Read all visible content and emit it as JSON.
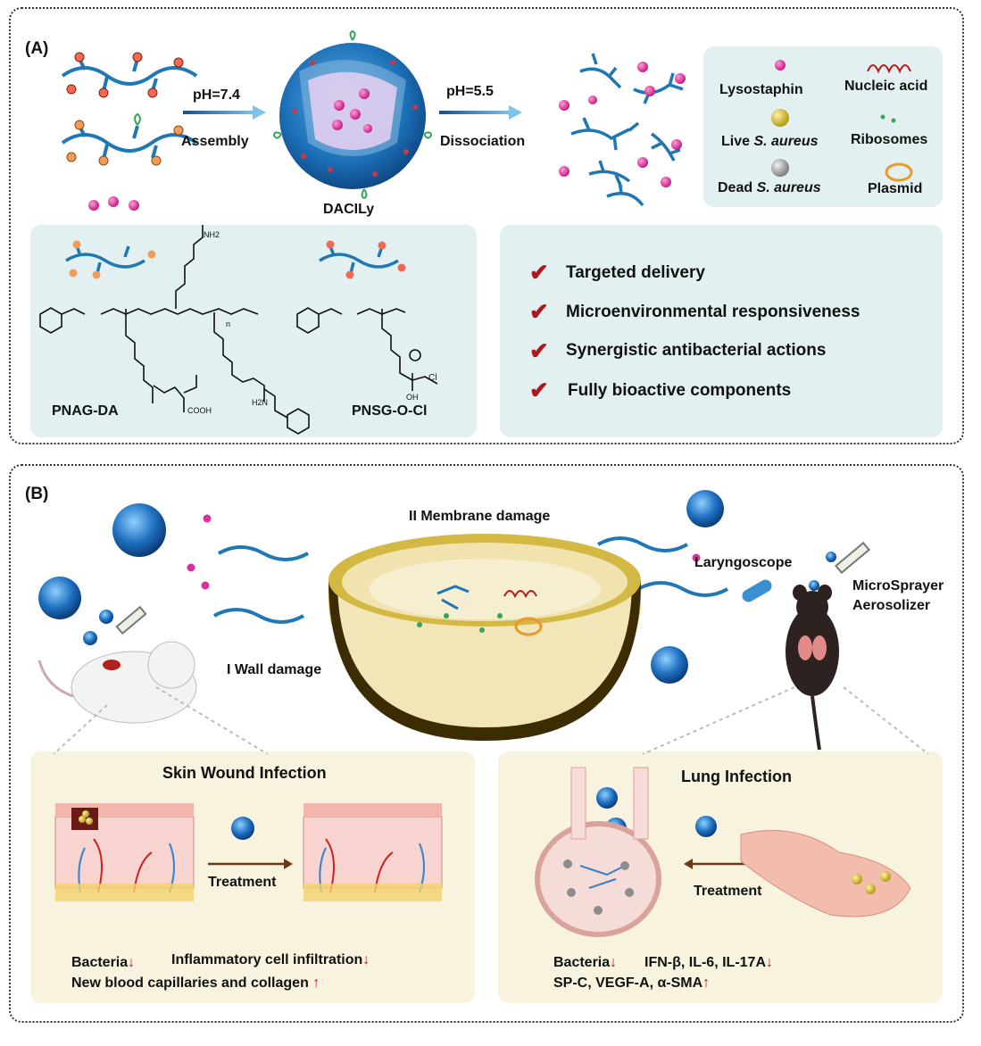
{
  "panel_a": {
    "label": "(A)",
    "arrow1_top": "pH=7.4",
    "arrow1_bottom": "Assembly",
    "arrow2_top": "pH=5.5",
    "arrow2_bottom": "Dissociation",
    "particle_label": "DACILy",
    "legend": {
      "lysostaphin": "Lysostaphin",
      "nucleic_acid": "Nucleic acid",
      "live_prefix": "Live ",
      "live_species": "S. aureus",
      "ribosomes": "Ribosomes",
      "dead_prefix": "Dead ",
      "dead_species": "S. aureus",
      "plasmid": "Plasmid"
    },
    "chem": {
      "polymer1": "PNAG-DA",
      "polymer2": "PNSG-O-Cl",
      "nh2_top": "NH2",
      "cooh": "COOH",
      "h2n": "H2N",
      "n_sub": "n",
      "cl": "Cl",
      "oh": "OH"
    },
    "features": [
      "Targeted delivery",
      "Microenvironmental responsiveness",
      "Synergistic antibacterial actions",
      "Fully bioactive components"
    ]
  },
  "panel_b": {
    "label": "(B)",
    "membrane_damage": "II Membrane damage",
    "wall_damage": "I Wall damage",
    "laryngoscope": "Laryngoscope",
    "sprayer_line1": "MicroSprayer",
    "sprayer_line2": "Aerosolizer",
    "skin": {
      "title": "Skin Wound Infection",
      "treatment": "Treatment",
      "bacteria": "Bacteria",
      "inflammatory": "Inflammatory cell infiltration",
      "capillaries": "New blood capillaries and collagen"
    },
    "lung": {
      "title": "Lung Infection",
      "treatment": "Treatment",
      "bacteria": "Bacteria",
      "cytokines": "IFN-β, IL-6, IL-17A",
      "markers": "SP-C, VEGF-A, α-SMA"
    }
  },
  "colors": {
    "polymer": "#1f78b4",
    "lysostaphin": "#d6339a",
    "check": "#b3151c",
    "panel_blue": "#e3f0f2",
    "panel_cream": "#f8f3df"
  }
}
